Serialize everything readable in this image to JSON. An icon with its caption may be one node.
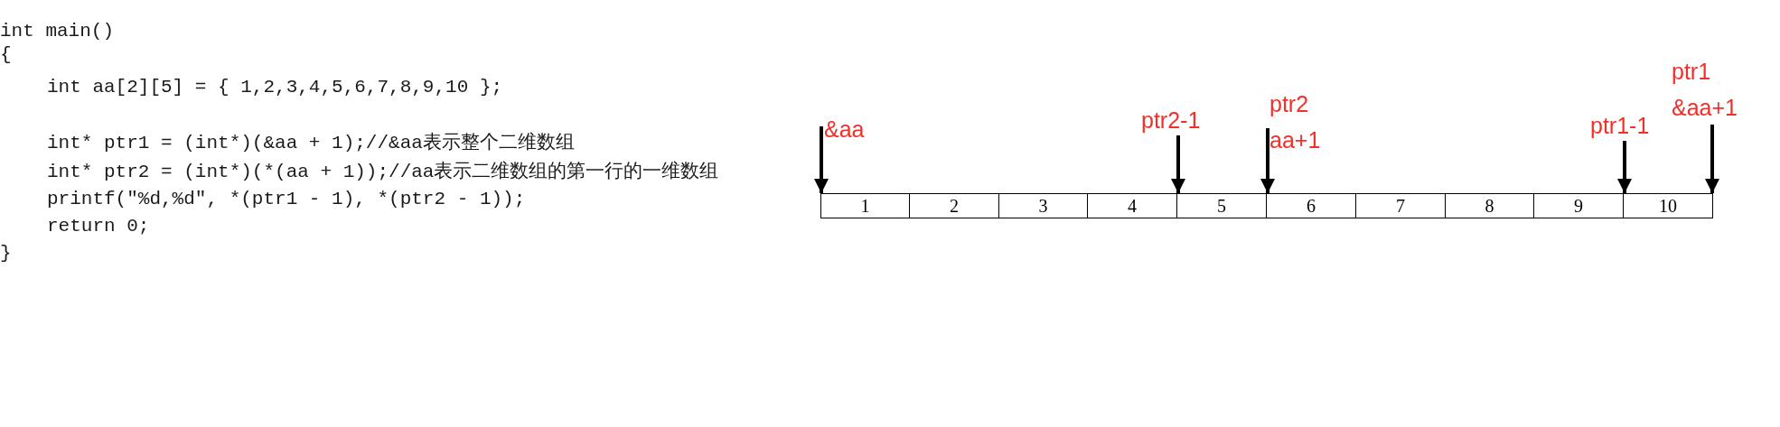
{
  "diagram": {
    "nodes": [
      {
        "text": [
          "&aa"
        ]
      },
      {
        "text": [
          "ptr2-1"
        ]
      },
      {
        "text": [
          "ptr2",
          "aa+1"
        ]
      },
      {
        "text": [
          "ptr1-1"
        ]
      },
      {
        "text": [
          "ptr1",
          "&aa+1"
        ]
      },
      {
        "text": [
          "1"
        ]
      },
      {
        "text": [
          "2"
        ]
      },
      {
        "text": [
          "3"
        ]
      },
      {
        "text": [
          "4"
        ]
      },
      {
        "text": [
          "5"
        ]
      },
      {
        "text": [
          "6"
        ]
      },
      {
        "text": [
          "7"
        ]
      },
      {
        "text": [
          "8"
        ]
      },
      {
        "text": [
          "9"
        ]
      },
      {
        "text": [
          "10"
        ]
      }
    ],
    "edges": [
      {
        "from": 0,
        "to": 5,
        "arrow": "to"
      },
      {
        "from": 1,
        "to": 9,
        "arrow": "to"
      },
      {
        "from": 2,
        "to": 10,
        "arrow": "to"
      },
      {
        "from": 3,
        "to": 14,
        "arrow": "to"
      },
      {
        "from": 4,
        "to": 14,
        "arrow": "to"
      }
    ],
    "labels": [
      "int main()",
      "{",
      "int aa[2][5] = { 1,2,3,4,5,6,7,8,9,10 };",
      "int* ptr1 = (int*)(&aa + 1);//&aa表示整个二维数组",
      "int* ptr2 = (int*)(*(aa + 1));//aa表示二维数组的第一行的一维数组",
      "printf(\"%d,%d\", *(ptr1 - 1), *(ptr2 - 1));",
      "return 0;",
      "}"
    ]
  }
}
